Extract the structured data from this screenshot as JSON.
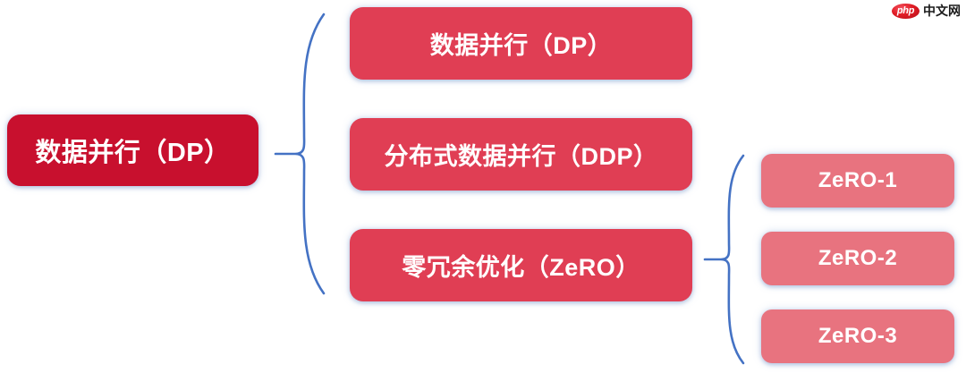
{
  "diagram": {
    "type": "tree-hierarchy",
    "orientation": "left-to-right",
    "root": {
      "label": "数据并行（DP）",
      "color": "#C8102E",
      "text_color": "#FFFFFF"
    },
    "branches": [
      {
        "label": "数据并行（DP）",
        "color": "#E03E54",
        "text_color": "#FFFFFF"
      },
      {
        "label": "分布式数据并行（DDP）",
        "color": "#E03E54",
        "text_color": "#FFFFFF"
      },
      {
        "label": "零冗余优化（ZeRO）",
        "color": "#E03E54",
        "text_color": "#FFFFFF"
      }
    ],
    "leaves": [
      {
        "label": "ZeRO-1",
        "color": "#E8737F",
        "text_color": "#FFFFFF"
      },
      {
        "label": "ZeRO-2",
        "color": "#E8737F",
        "text_color": "#FFFFFF"
      },
      {
        "label": "ZeRO-3",
        "color": "#E8737F",
        "text_color": "#FFFFFF"
      }
    ],
    "connectors": [
      {
        "name": "brace-root-to-branches",
        "style": "curly-brace",
        "color": "#4472C4"
      },
      {
        "name": "brace-zero-to-leaves",
        "style": "curly-brace",
        "color": "#4472C4"
      }
    ]
  },
  "watermark": {
    "badge_text": "php",
    "site_text": "中文网",
    "badge_color": "#E01B24"
  }
}
